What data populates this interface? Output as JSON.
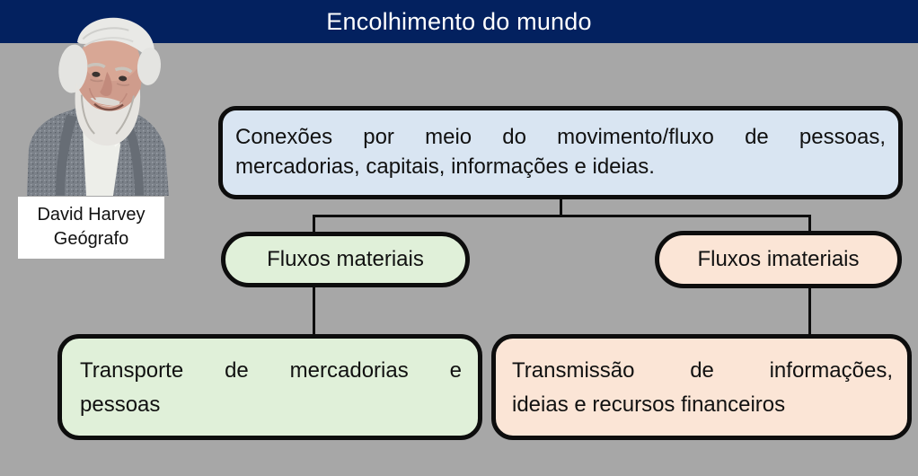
{
  "slide": {
    "title": "Encolhimento do mundo",
    "header_color": "#03215f",
    "background_color": "#a7a7a7",
    "title_color": "#ffffff",
    "line_color": "#0d0d0d"
  },
  "photo": {
    "description": "Cut-out portrait photo of David Harvey, elderly man with white hair and beard wearing a gray tweed jacket",
    "caption_name": "David Harvey",
    "caption_role": "Geógrafo"
  },
  "diagram": {
    "root_box": {
      "lines": {
        "0": "Conexões por meio do movimento/fluxo de pessoas,",
        "1": "mercadorias, capitais, informações e ideias."
      },
      "full_text": "Conexões por meio do movimento/fluxo de pessoas, mercadorias, capitais, informações e ideias.",
      "fill": "#d9e5f2"
    },
    "branch_left": {
      "label": "Fluxos materiais",
      "fill": "#e0f0d9"
    },
    "branch_right": {
      "label": "Fluxos imateriais",
      "fill": "#fbe5d6"
    },
    "leaf_left": {
      "lines": {
        "0": "Transporte de mercadorias e",
        "1": "pessoas"
      },
      "full_text": "Transporte de mercadorias e pessoas",
      "fill": "#e0f0d9"
    },
    "leaf_right": {
      "lines": {
        "0": "Transmissão de informações,",
        "1": "ideias e recursos financeiros"
      },
      "full_text": "Transmissão de informações, ideias e recursos financeiros",
      "fill": "#fbe5d6"
    }
  }
}
